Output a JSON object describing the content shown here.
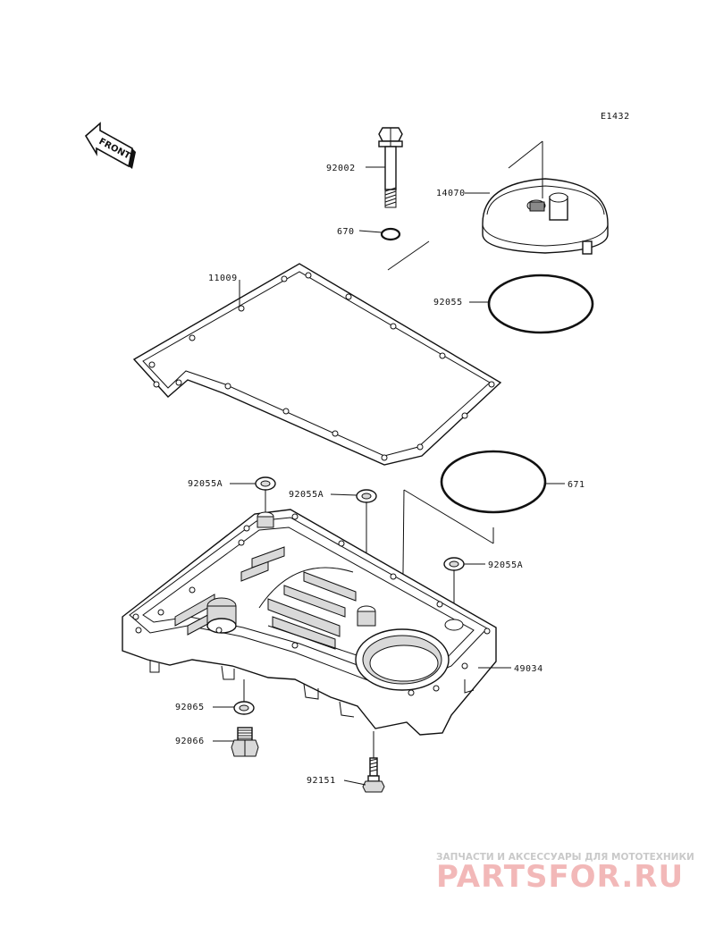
{
  "diagram_code": "E1432",
  "front_label": "FRONT",
  "parts": [
    {
      "id": "bolt-92002",
      "number": "92002"
    },
    {
      "id": "oring-670",
      "number": "670"
    },
    {
      "id": "cover-14070",
      "number": "14070"
    },
    {
      "id": "gasket-11009",
      "number": "11009"
    },
    {
      "id": "oring-92055",
      "number": "92055"
    },
    {
      "id": "oring-671",
      "number": "671"
    },
    {
      "id": "washer-92055a-left",
      "number": "92055A"
    },
    {
      "id": "washer-92055a-mid",
      "number": "92055A"
    },
    {
      "id": "washer-92055a-right",
      "number": "92055A"
    },
    {
      "id": "oil-pan-49034",
      "number": "49034"
    },
    {
      "id": "washer-92065",
      "number": "92065"
    },
    {
      "id": "plug-92066",
      "number": "92066"
    },
    {
      "id": "bolt-92151",
      "number": "92151"
    }
  ],
  "watermark": {
    "tagline": "ЗАПЧАСТИ И АКСЕССУАРЫ ДЛЯ МОТОТЕХНИКИ",
    "logo": "PARTSFOR.RU"
  }
}
